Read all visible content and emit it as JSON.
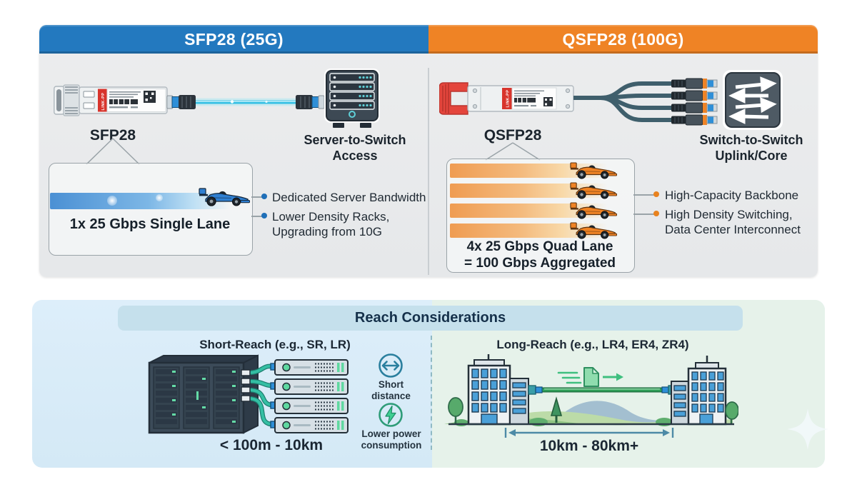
{
  "sfp28": {
    "header": "SFP28 (25G)",
    "module_label": "SFP28",
    "brand": "LINK-PP",
    "use_case": "Server-to-Switch\nAccess",
    "lane_caption": "1x 25 Gbps Single Lane",
    "bullets": [
      "Dedicated Server Bandwidth",
      "Lower Density Racks,\nUpgrading from 10G"
    ],
    "accent": "#2379bf",
    "bullet_color": "#1f6fb8"
  },
  "qsfp28": {
    "header": "QSFP28 (100G)",
    "module_label": "QSFP28",
    "brand": "LINK-PP",
    "use_case": "Switch-to-Switch\nUplink/Core",
    "lane_caption": "4x 25 Gbps Quad Lane\n= 100 Gbps Aggregated",
    "bullets": [
      "High-Capacity Backbone",
      "High Density Switching,\nData Center Interconnect"
    ],
    "accent": "#ef8325",
    "bullet_color": "#e8821f"
  },
  "reach": {
    "title": "Reach Considerations",
    "short_reach": {
      "heading": "Short-Reach (e.g., SR, LR)",
      "distance": "< 100m - 10km",
      "notes": [
        "Short\ndistance",
        "Lower power\nconsumption"
      ]
    },
    "long_reach": {
      "heading": "Long-Reach (e.g., LR4, ER4, ZR4)",
      "distance": "10km - 80km+"
    }
  }
}
